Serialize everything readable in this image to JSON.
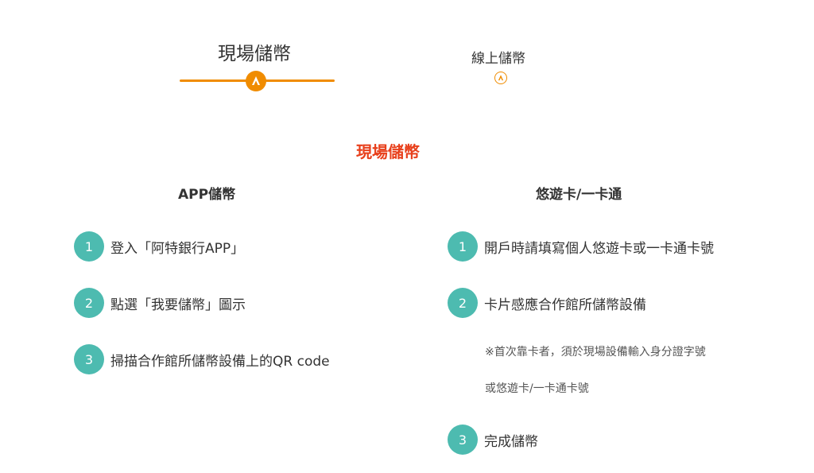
{
  "tabs": [
    {
      "label": "現場儲幣",
      "active": true
    },
    {
      "label": "線上儲幣",
      "active": false
    }
  ],
  "section_title": "現場儲幣",
  "columns": [
    {
      "title": "APP儲幣",
      "steps": [
        {
          "num": "1",
          "text": "登入「阿特銀行APP」"
        },
        {
          "num": "2",
          "text": "點選「我要儲幣」圖示"
        },
        {
          "num": "3",
          "text": "掃描合作館所儲幣設備上的QR code"
        }
      ]
    },
    {
      "title": "悠遊卡/一卡通",
      "steps": [
        {
          "num": "1",
          "text": "開戶時請填寫個人悠遊卡或一卡通卡號"
        },
        {
          "num": "2",
          "text": "卡片感應合作館所儲幣設備"
        },
        {
          "num": "3",
          "text": "完成儲幣"
        }
      ],
      "notes": [
        "※首次靠卡者，須於現場設備輸入身分證字號",
        "或悠遊卡/一卡通卡號"
      ]
    }
  ],
  "colors": {
    "accent": "#f08c00",
    "step": "#4dbbb0",
    "title": "#e8401c"
  },
  "icons": {
    "tab_badge": "mascot-icon"
  }
}
